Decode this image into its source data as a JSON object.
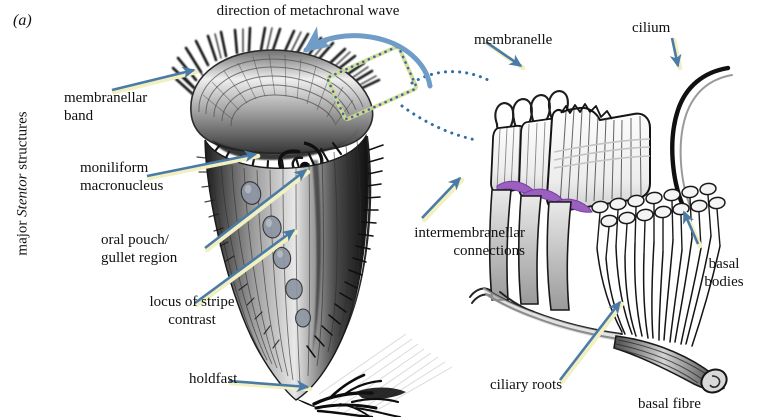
{
  "figure": {
    "panel_letter": "(a)",
    "axis_title_pre": "major ",
    "axis_title_italic": "Stentor",
    "axis_title_post": " structures"
  },
  "labels": {
    "metachronal_wave": "direction of metachronal wave",
    "membranellar_band": "membranellar\nband",
    "moniliform_macronucleus": "moniliform\nmacronucleus",
    "oral_pouch": "oral pouch/\ngullet region",
    "locus_of_stripe_contrast": "locus of stripe\ncontrast",
    "holdfast": "holdfast",
    "membranelle": "membranelle",
    "cilium": "cilium",
    "intermembranellar_connections": "intermembranellar\nconnections",
    "basal_bodies": "basal\nbodies",
    "ciliary_roots": "ciliary roots",
    "basal_fibre": "basal fibre"
  },
  "colors": {
    "arrow_blue": "#4a7ba7",
    "arrow_highlight": "#f2efc0",
    "wave_arrow_blue": "#6f9dc8",
    "callout_dots": "#2f6ea5",
    "callout_box_outline": "#d8d98a",
    "intermembranellar_purple": "#9b5fc0",
    "ink_dark": "#1b1b1b",
    "ink_mid": "#6a6a6a",
    "ink_light": "#b9b9b9",
    "background": "#ffffff"
  },
  "icons": {
    "arrow": "arrow-icon",
    "curved_arrow": "curved-arrow-icon",
    "callout_box": "dashed-callout-box-icon"
  }
}
